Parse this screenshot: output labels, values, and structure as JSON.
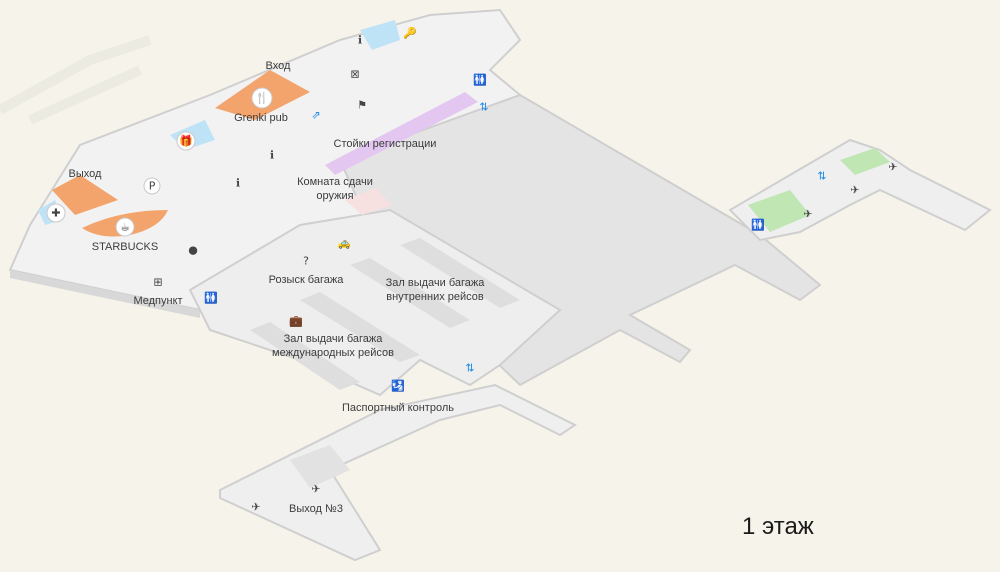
{
  "map": {
    "floor_label": "1 этаж",
    "colors": {
      "background": "#f6f4ea",
      "floor": "#e6e6e6",
      "floor_light": "#f2f2f2",
      "wall": "#cfcfcf",
      "shop": "#f2a46c",
      "checkin": "#e3c7f0",
      "water": "#bfe3f6",
      "green": "#bfe6b3",
      "accent": "#1e88e5"
    },
    "labels": {
      "entrance": "Вход",
      "exit": "Выход",
      "grenki": "Grenki pub",
      "checkin": "Стойки регистрации",
      "weapons_1": "Комната сдачи",
      "weapons_2": "оружия",
      "starbucks": "STARBUCKS",
      "lost_baggage": "Розыск багажа",
      "domestic_1": "Зал выдачи багажа",
      "domestic_2": "внутренних рейсов",
      "medpunkt": "Медпункт",
      "intl_1": "Зал выдачи багажа",
      "intl_2": "международных рейсов",
      "passport": "Паспортный контроль",
      "gate3": "Выход №3"
    },
    "icons": [
      "info-icon",
      "luggage-storage-icon",
      "no-entry-icon",
      "toilets-icon",
      "restaurant-icon",
      "escalator-icon",
      "meeting-point-icon",
      "elevator-icon",
      "gift-icon",
      "parking-icon",
      "first-aid-icon",
      "coffee-icon",
      "location-pin-icon",
      "taxi-icon",
      "lost-baggage-icon",
      "medical-icon",
      "suitcase-icon",
      "passport-control-icon",
      "departure-icon"
    ]
  }
}
